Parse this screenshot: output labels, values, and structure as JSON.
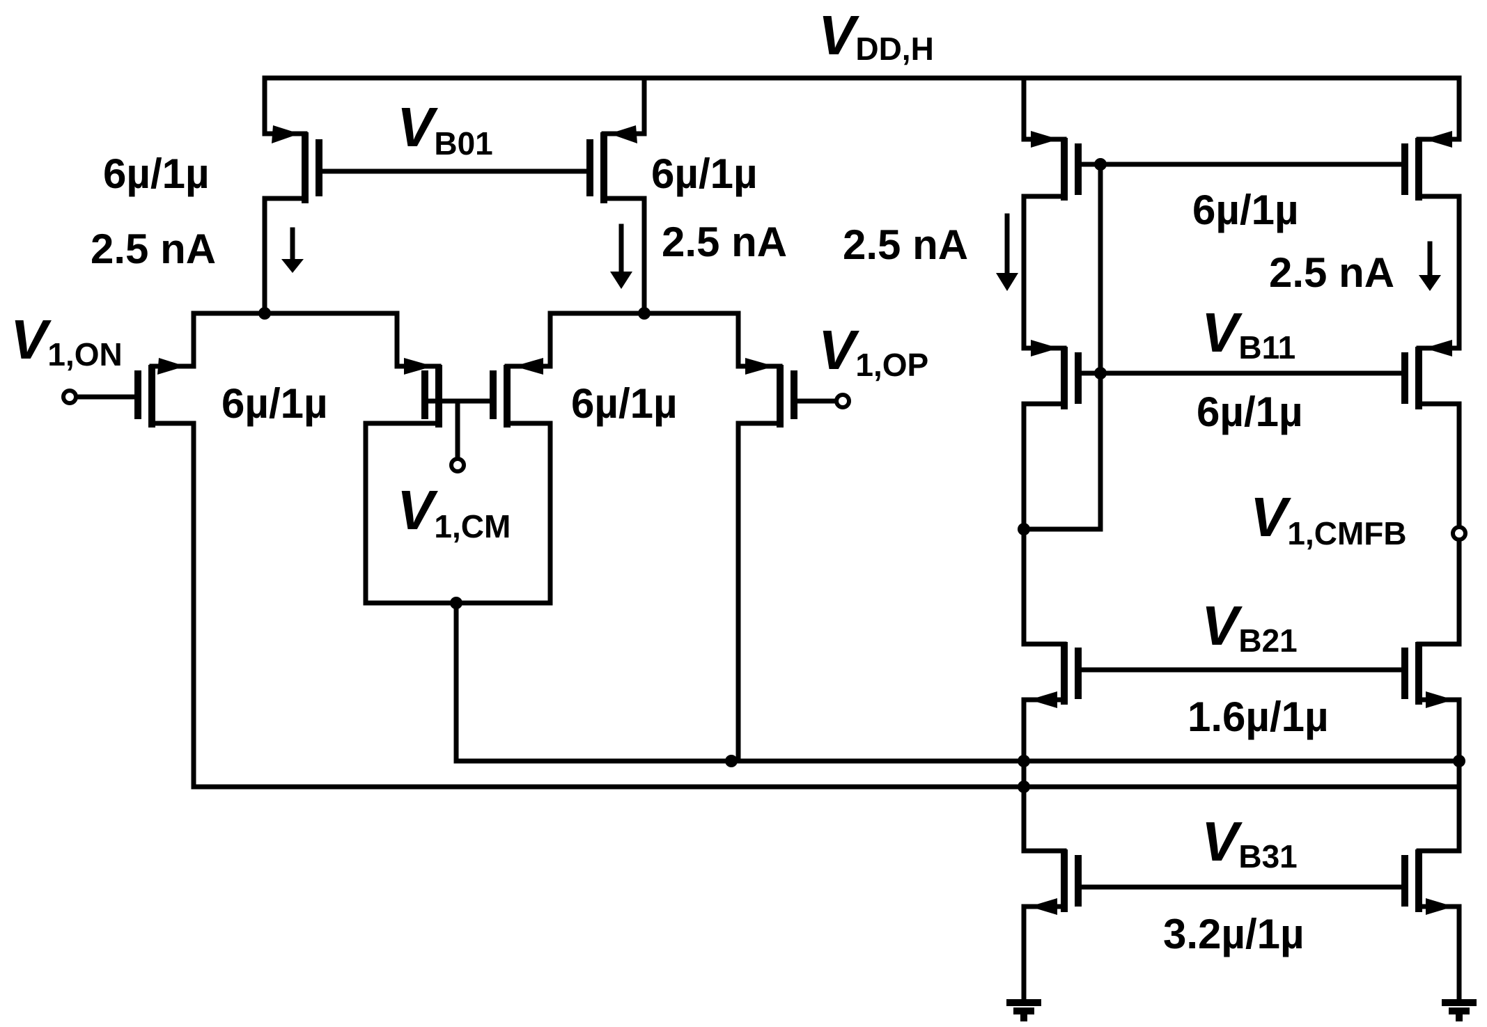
{
  "labels": {
    "vdd": {
      "main": "V",
      "sub": "DD,H"
    },
    "vb01": {
      "main": "V",
      "sub": "B01"
    },
    "vb11": {
      "main": "V",
      "sub": "B11"
    },
    "vb21": {
      "main": "V",
      "sub": "B21"
    },
    "vb31": {
      "main": "V",
      "sub": "B31"
    },
    "v1on": {
      "main": "V",
      "sub": "1,ON"
    },
    "v1op": {
      "main": "V",
      "sub": "1,OP"
    },
    "v1cm": {
      "main": "V",
      "sub": "1,CM"
    },
    "v1cmfb": {
      "main": "V",
      "sub": "1,CMFB"
    },
    "size_pmos_left": "6µ/1µ",
    "size_pmos_mid": "6µ/1µ",
    "size_pair_left": "6µ/1µ",
    "size_pair_right": "6µ/1µ",
    "size_cmfb_top": "6µ/1µ",
    "size_cmfb_cas": "6µ/1µ",
    "size_b21": "1.6µ/1µ",
    "size_b31": "3.2µ/1µ",
    "i_left": "2.5 nA",
    "i_mid": "2.5 nA",
    "i_right1": "2.5 nA",
    "i_right2": "2.5 nA"
  }
}
